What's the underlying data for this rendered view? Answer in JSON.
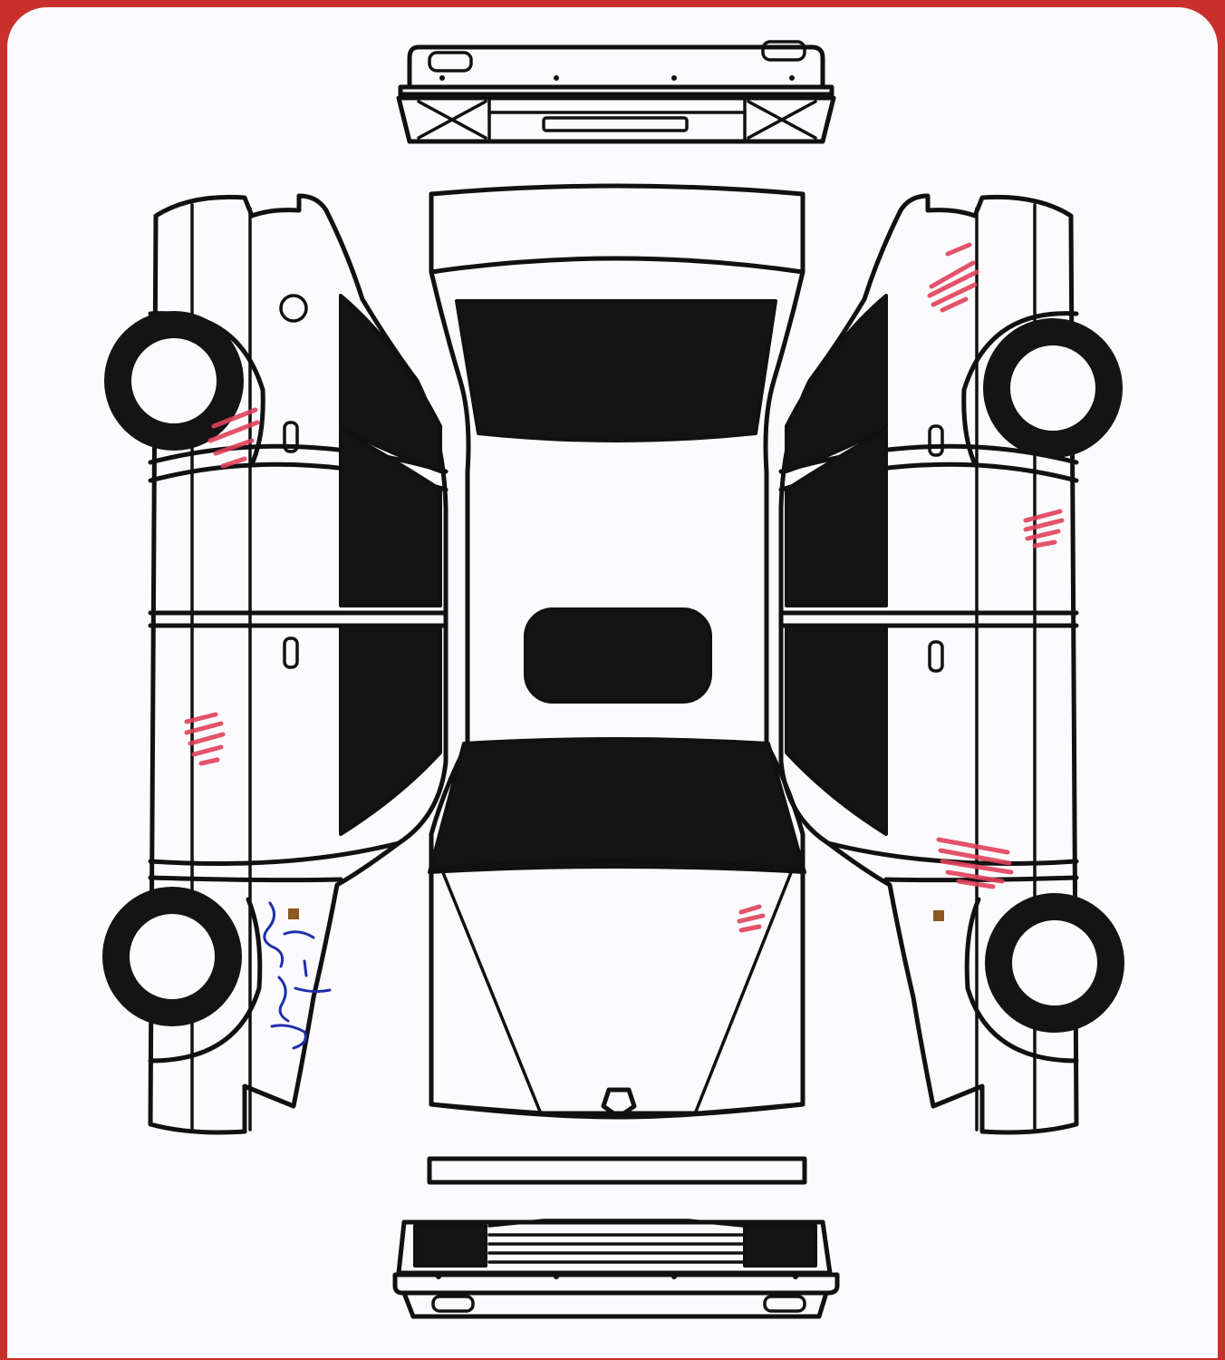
{
  "colors": {
    "line": "#111111",
    "paper": "#fbfbfd",
    "background": "#c9302c",
    "damage_mark": "#e0405a",
    "signature_ink": "#1f2fa8"
  },
  "diagram": {
    "views": [
      "rear-bumper-top",
      "left-side",
      "top",
      "right-side",
      "front-bar",
      "front-bumper"
    ],
    "damage_marks": [
      "left-front-fender",
      "left-rear-door",
      "right-rear-fender",
      "right-front-door",
      "right-rear-quarter",
      "hood"
    ],
    "handwritten_signature": true
  }
}
